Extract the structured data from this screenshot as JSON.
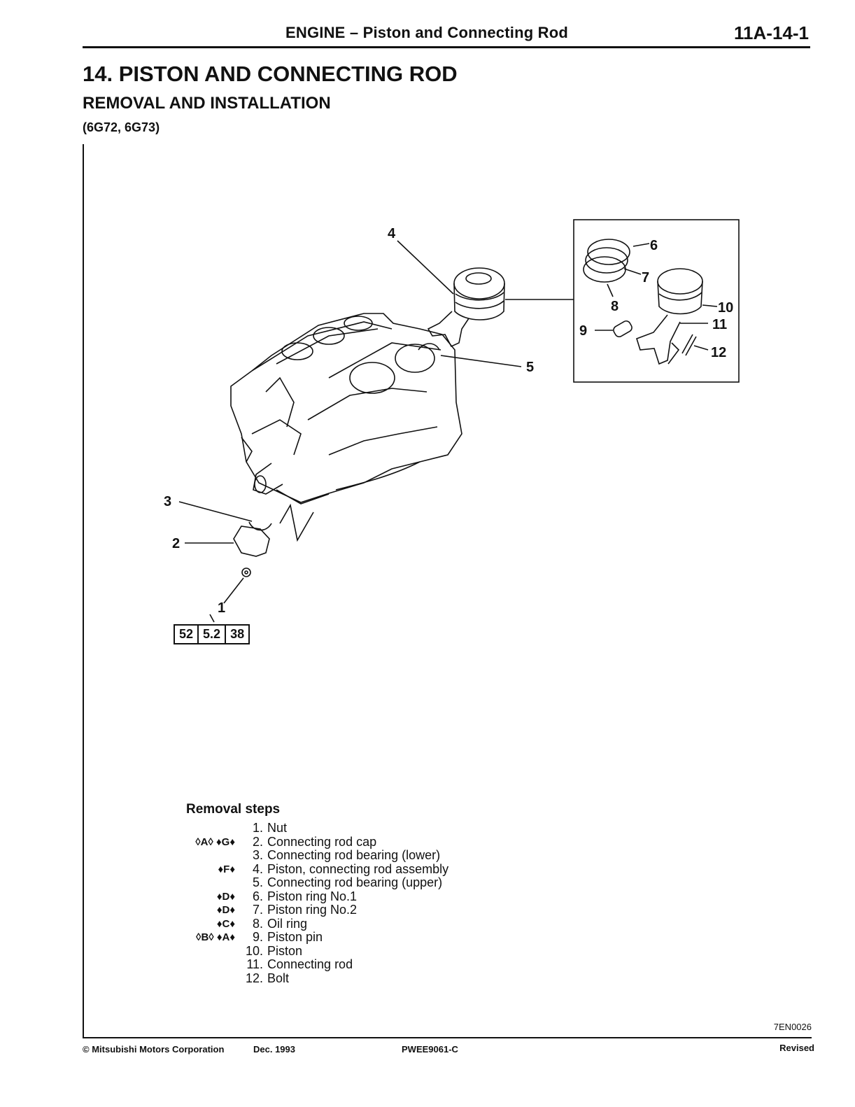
{
  "header": {
    "section": "ENGINE – Piston and Connecting Rod",
    "page_number": "11A-14-1"
  },
  "title": "14. PISTON AND CONNECTING ROD",
  "subtitle": "REMOVAL AND INSTALLATION",
  "models": "(6G72, 6G73)",
  "figure": {
    "callouts": [
      "1",
      "2",
      "3",
      "4",
      "5",
      "6",
      "7",
      "8",
      "9",
      "10",
      "11",
      "12"
    ],
    "torque": [
      "52",
      "5.2",
      "38"
    ],
    "code": "7EN0026"
  },
  "removal": {
    "heading": "Removal steps",
    "steps": [
      {
        "sym": "",
        "num": "1.",
        "label": "Nut"
      },
      {
        "sym": "◊A◊ ♦G♦",
        "num": "2.",
        "label": "Connecting rod cap"
      },
      {
        "sym": "",
        "num": "3.",
        "label": "Connecting rod bearing (lower)"
      },
      {
        "sym": "♦F♦",
        "num": "4.",
        "label": "Piston, connecting rod assembly"
      },
      {
        "sym": "",
        "num": "5.",
        "label": "Connecting rod bearing (upper)"
      },
      {
        "sym": "♦D♦",
        "num": "6.",
        "label": "Piston ring No.1"
      },
      {
        "sym": "♦D♦",
        "num": "7.",
        "label": "Piston ring No.2"
      },
      {
        "sym": "♦C♦",
        "num": "8.",
        "label": "Oil ring"
      },
      {
        "sym": "◊B◊ ♦A♦",
        "num": "9.",
        "label": "Piston pin"
      },
      {
        "sym": "",
        "num": "10.",
        "label": "Piston"
      },
      {
        "sym": "",
        "num": "11.",
        "label": "Connecting rod"
      },
      {
        "sym": "",
        "num": "12.",
        "label": "Bolt"
      }
    ]
  },
  "footer": {
    "copyright": "© Mitsubishi Motors Corporation",
    "date": "Dec. 1993",
    "code": "PWEE9061-C",
    "status": "Revised"
  }
}
